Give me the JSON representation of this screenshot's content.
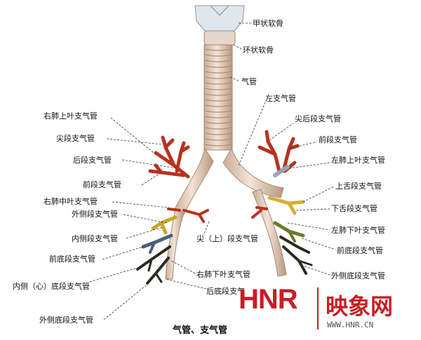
{
  "caption": "气管、支气管",
  "labels": {
    "thyroid": "甲状软骨",
    "cricoid": "环状软骨",
    "trachea": "气管",
    "left_main": "左支气管",
    "apicoposterior": "尖后段支气管",
    "left_anterior": "前段支气管",
    "left_upper_lobe": "左肺上叶支气管",
    "superior_lingular": "上舌段支气管",
    "inferior_lingular": "下舌段支气管",
    "left_lower_lobe": "左肺下叶支气管",
    "anterior_basal": "前底段支气管",
    "lateral_basal_l": "外侧底段支气管",
    "right_upper_lobe": "右肺上叶支气管",
    "apical": "尖段支气管",
    "posterior": "后段支气管",
    "right_anterior": "前段支气管",
    "right_middle_lobe": "右肺中叶支气管",
    "lateral_segment": "外侧段支气管",
    "medial_segment": "内侧段支气管",
    "superior_segment": "尖（上）段支气管",
    "right_anterior_basal": "前底段支气管",
    "medial_basal": "内侧（心）底段支气管",
    "lateral_basal_r": "外侧底段支气管",
    "right_lower_lobe": "右肺下叶支气管",
    "posterior_basal": "后底段支气"
  },
  "watermark": {
    "brand": "HNR",
    "name": "映象网",
    "url": "WWW.HNR.CN"
  },
  "colors": {
    "trachea": "#e9d3c2",
    "upper_segments": "#b8321f",
    "lingula": "#d7b032",
    "middle_lobe": "#c8a62a",
    "lower_left": "#6c7a2a",
    "basal_blue": "#4a5f7e",
    "basal_dark": "#2b2a22",
    "brand_red": "#c81e24"
  }
}
